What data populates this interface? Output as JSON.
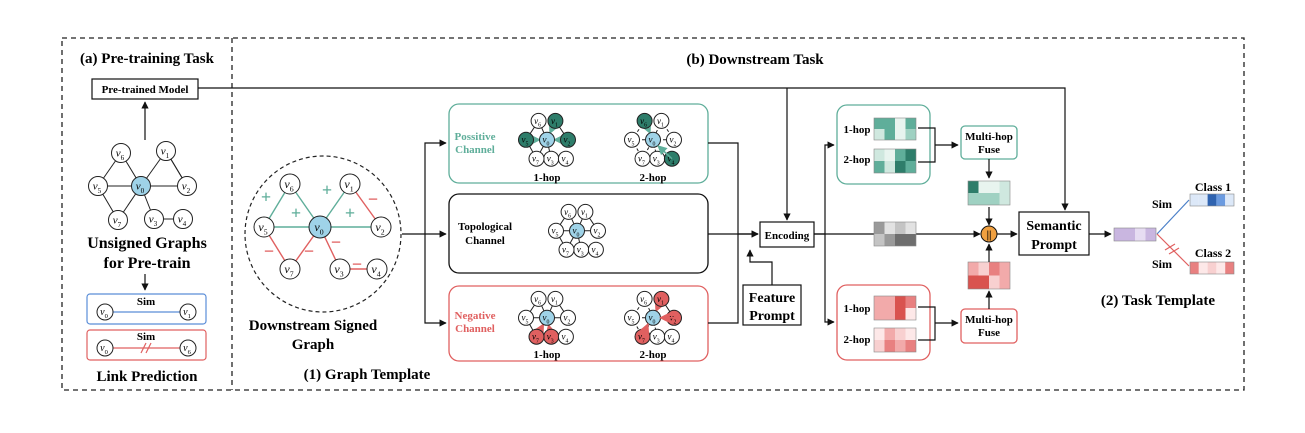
{
  "sections": {
    "pretraining_title": "(a) Pre-training Task",
    "downstream_title": "(b) Downstream Task",
    "graph_template_label": "(1) Graph Template",
    "task_template_label": "(2) Task Template"
  },
  "pretrain": {
    "model_label": "Pre-trained Model",
    "caption_line1": "Unsigned Graphs",
    "caption_line2": "for Pre-train",
    "sim_label": "Sim",
    "link_prediction": "Link Prediction"
  },
  "downstream": {
    "signed_graph_caption_line1": "Downstream Signed",
    "signed_graph_caption_line2": "Graph",
    "positive_channel_line1": "Possitive",
    "positive_channel_line2": "Channel",
    "topological_channel_line1": "Topological",
    "topological_channel_line2": "Channel",
    "negative_channel_line1": "Negative",
    "negative_channel_line2": "Channel",
    "one_hop": "1-hop",
    "two_hop": "2-hop",
    "encoding": "Encoding",
    "feature_prompt_line1": "Feature",
    "feature_prompt_line2": "Prompt",
    "multihop_line1": "Multi-hop",
    "multihop_line2": "Fuse",
    "concat_symbol": "||",
    "semantic_prompt_line1": "Semantic",
    "semantic_prompt_line2": "Prompt",
    "sim_label": "Sim",
    "class1": "Class 1",
    "class2": "Class 2",
    "plus": "+",
    "minus": "−"
  },
  "nodes": {
    "v": "v",
    "sub": [
      "0",
      "1",
      "2",
      "3",
      "4",
      "5",
      "6",
      "7"
    ]
  },
  "colors": {
    "positive": "#5fae9a",
    "positive_dark": "#2e7d6a",
    "negative": "#e06060",
    "negative_dark": "#c94040",
    "center_node": "#9fd3e8",
    "class1": "#4a7fc8",
    "class2": "#d9534f",
    "purple": "#9b7cc2",
    "concat": "#f0a040"
  }
}
